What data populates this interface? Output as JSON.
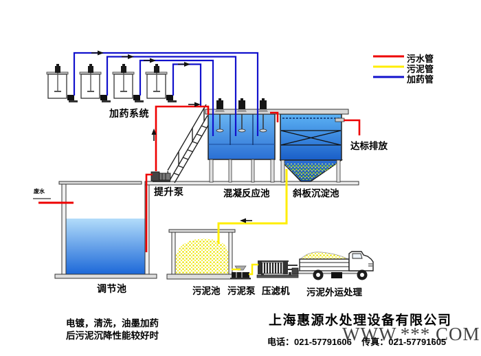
{
  "legend": {
    "items": [
      {
        "label": "污水管",
        "color": "#ee0000"
      },
      {
        "label": "污泥管",
        "color": "#ffee00"
      },
      {
        "label": "加药管",
        "color": "#1111cc"
      }
    ]
  },
  "labels": {
    "dosing_system": "加药系统",
    "influent": "废水",
    "lift_pump": "提升泵",
    "reaction_tank": "混凝反应池",
    "settling_tank": "斜板沉淀池",
    "discharge": "达标排放",
    "regulating_tank": "调节池",
    "sludge_tank": "污泥池",
    "sludge_pump": "污泥泵",
    "filter_press": "压滤机",
    "sludge_disposal": "污泥外运处理"
  },
  "notes": {
    "line1": "电镀，清洗，油墨加药",
    "line2": "后污泥沉降性能较好时"
  },
  "footer": {
    "company": "上海惠源水处理设备有限公司",
    "contact": "电话：021-57791606    传真：021-57791605",
    "watermark": "WWW.***.COM"
  },
  "colors": {
    "sewage_pipe": "#ee0000",
    "sludge_pipe": "#ffee00",
    "dosing_pipe": "#1111cc",
    "water_top": "#7fc4f4",
    "water_bottom": "#1b63d2"
  }
}
